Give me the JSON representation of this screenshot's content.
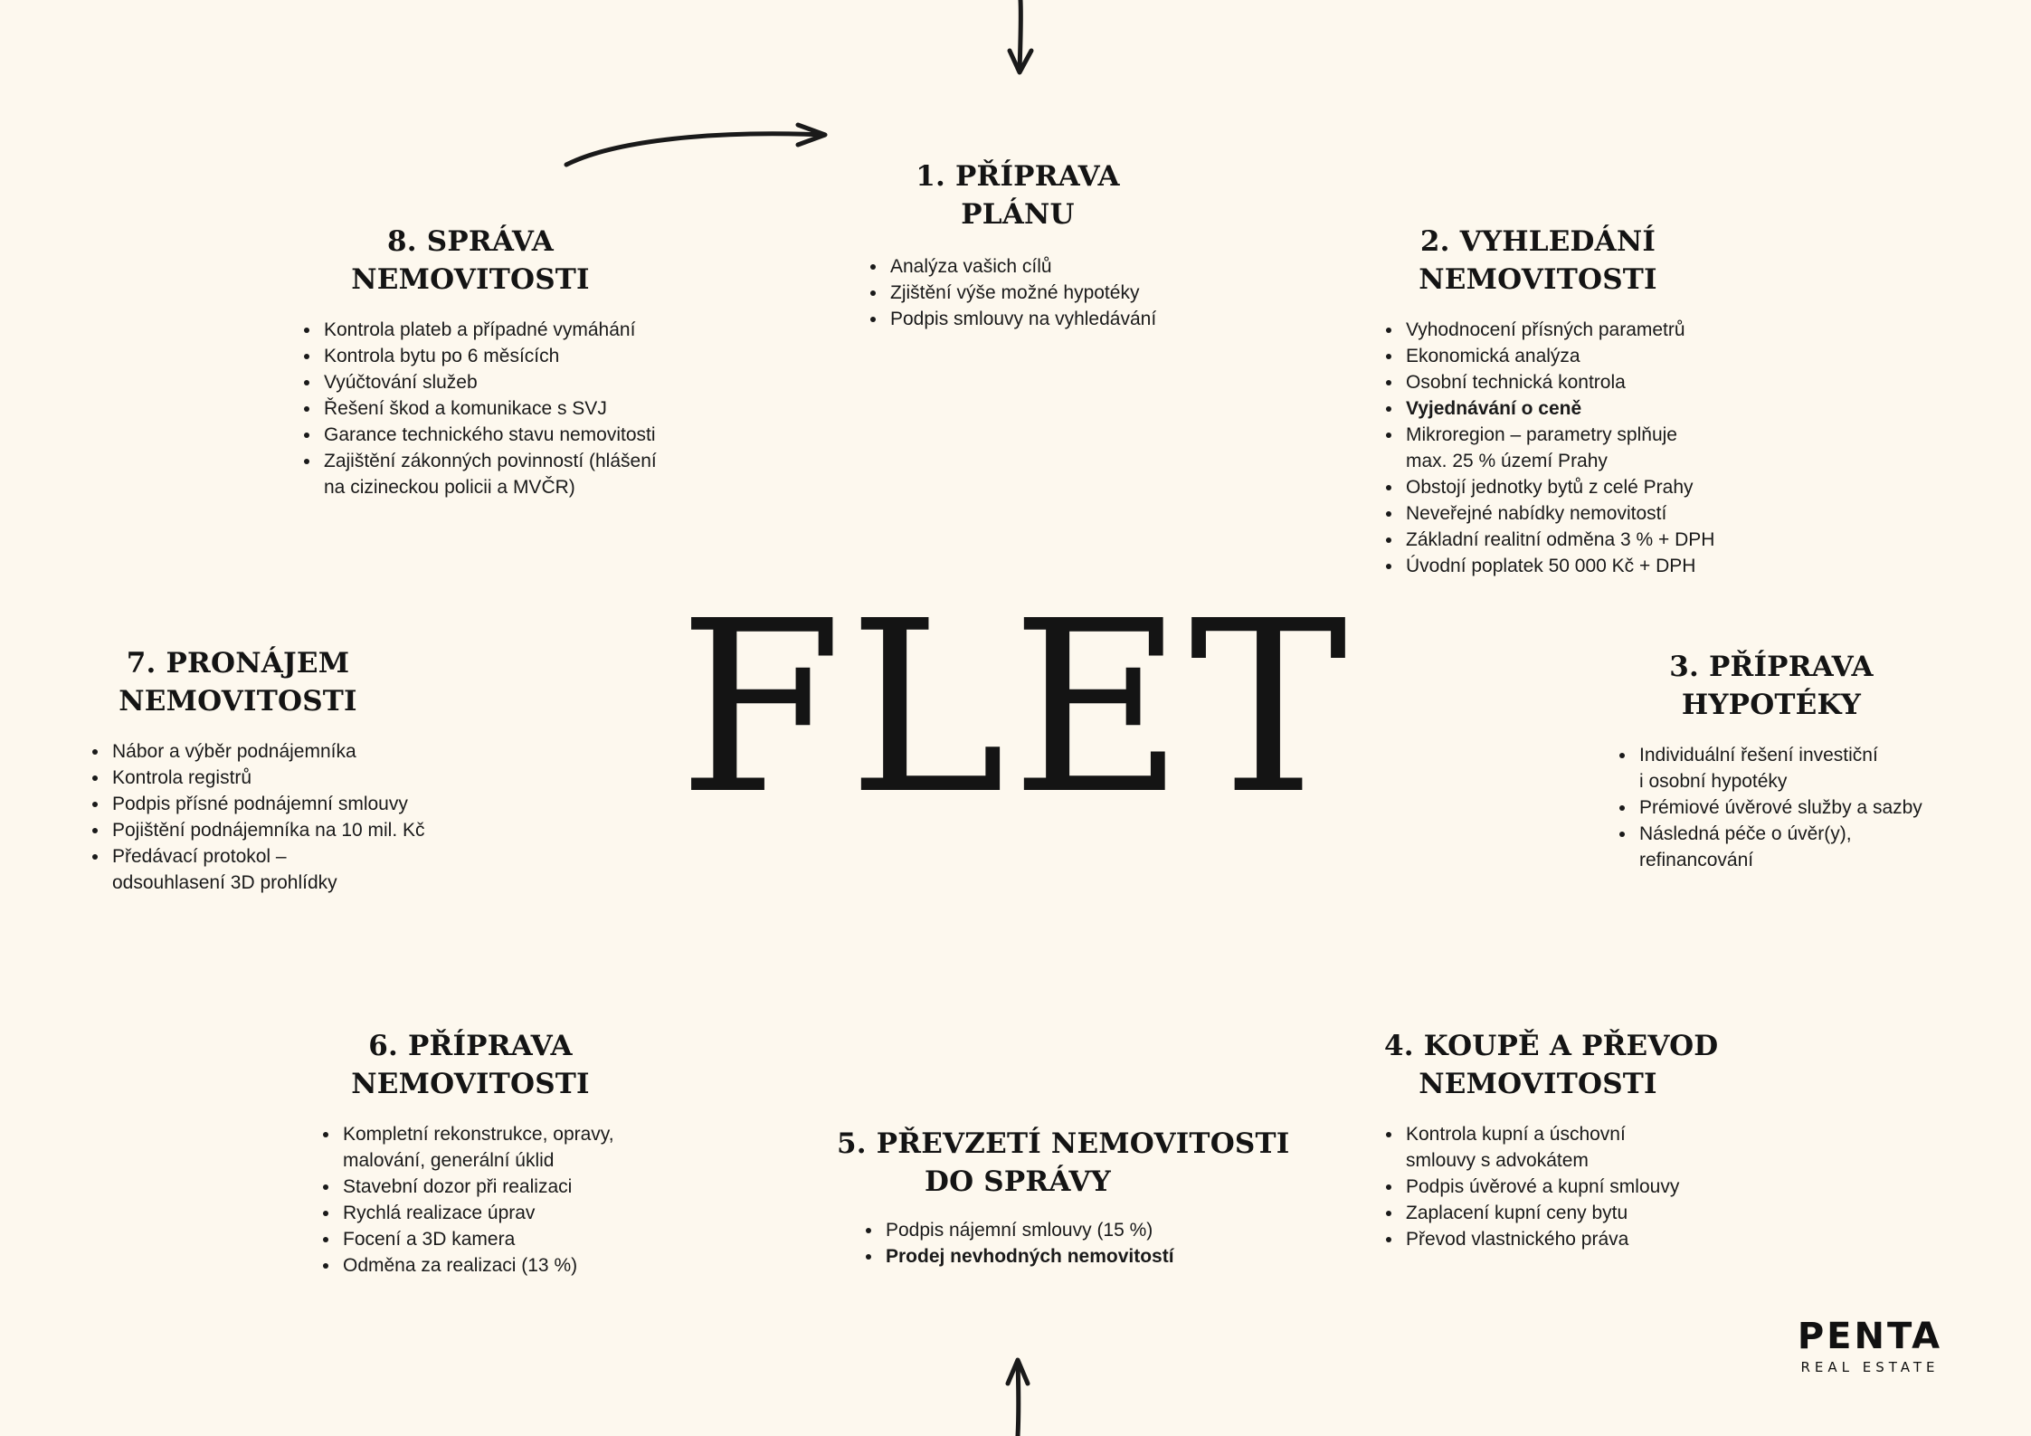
{
  "center_word": "FLET",
  "steps": {
    "s1": {
      "title": [
        "1. PŘÍPRAVA",
        "PLÁNU"
      ],
      "items": [
        "Analýza vašich cílů",
        "Zjištění výše možné hypotéky",
        "Podpis smlouvy na vyhledávání"
      ]
    },
    "s2": {
      "title": [
        "2. VYHLEDÁNÍ",
        "NEMOVITOSTI"
      ],
      "items": [
        "Vyhodnocení přísných parametrů",
        "Ekonomická analýza",
        "Osobní technická kontrola",
        "Vyjednávání o ceně",
        "Mikroregion – parametry splňuje",
        "max. 25 % území Prahy",
        "Obstojí jednotky bytů z celé Prahy",
        "Neveřejné nabídky nemovitostí",
        "Základní realitní odměna 3 % + DPH",
        "Úvodní poplatek 50 000 Kč + DPH"
      ]
    },
    "s3": {
      "title": [
        "3. PŘÍPRAVA",
        "HYPOTÉKY"
      ],
      "items": [
        "Individuální řešení investiční",
        "i osobní hypotéky",
        "Prémiové úvěrové služby a sazby",
        "Následná péče o úvěr(y),",
        "refinancování"
      ]
    },
    "s4": {
      "title": [
        "4. KOUPĚ A PŘEVOD",
        "NEMOVITOSTI"
      ],
      "items": [
        "Kontrola kupní a úschovní",
        "smlouvy s advokátem",
        "Podpis úvěrové a kupní smlouvy",
        "Zaplacení kupní ceny bytu",
        "Převod vlastnického práva"
      ]
    },
    "s5": {
      "title": [
        "5. PŘEVZETÍ NEMOVITOSTI",
        "DO SPRÁVY"
      ],
      "items": [
        "Podpis nájemní smlouvy  (15 %)",
        "Prodej nevhodných nemovitostí"
      ]
    },
    "s6": {
      "title": [
        "6. PŘÍPRAVA",
        "NEMOVITOSTI"
      ],
      "items": [
        "Kompletní rekonstrukce, opravy,",
        "malování, generální úklid",
        "Stavební dozor při realizaci",
        "Rychlá realizace úprav",
        "Focení a 3D kamera",
        "Odměna za realizaci (13 %)"
      ]
    },
    "s7": {
      "title": [
        "7. PRONÁJEM",
        "NEMOVITOSTI"
      ],
      "items": [
        "Nábor a výběr podnájemníka",
        "Kontrola registrů",
        "Podpis přísné podnájemní smlouvy",
        "Pojištění podnájemníka na 10 mil. Kč",
        "Předávací protokol –",
        " odsouhlasení 3D prohlídky"
      ]
    },
    "s8": {
      "title": [
        "8. SPRÁVA",
        "NEMOVITOSTI"
      ],
      "items": [
        "Kontrola plateb a případné vymáhání",
        "Kontrola bytu po 6 měsících",
        "Vyúčtování služeb",
        "Řešení škod a komunikace s SVJ",
        "Garance technického stavu nemovitosti",
        "Zajištění zákonných povinností (hlášení",
        "na cizineckou policii a MVČR)"
      ]
    }
  },
  "logo": {
    "main": "PENTA",
    "sub": "REAL ESTATE"
  }
}
